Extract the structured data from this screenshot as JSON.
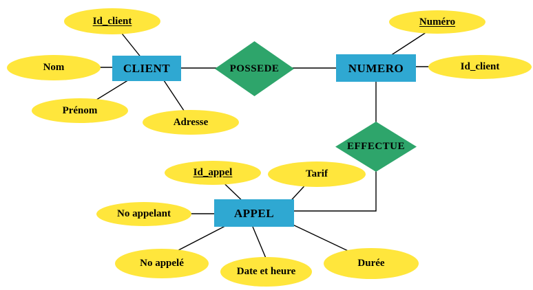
{
  "colors": {
    "background": "#ffffff",
    "entity_fill": "#2fa8d2",
    "relationship_fill": "#2ea56b",
    "attribute_fill": "#ffe63c",
    "line": "#000000",
    "text": "#000000"
  },
  "entities": [
    {
      "label": "CLIENT"
    },
    {
      "label": "NUMERO"
    },
    {
      "label": "APPEL"
    }
  ],
  "relationships": [
    {
      "label": "POSSEDE",
      "between": [
        "CLIENT",
        "NUMERO"
      ]
    },
    {
      "label": "EFFECTUE",
      "between": [
        "NUMERO",
        "APPEL"
      ]
    }
  ],
  "attributes": [
    {
      "label": "Id_client",
      "of": "CLIENT",
      "key": true
    },
    {
      "label": "Nom",
      "of": "CLIENT",
      "key": false
    },
    {
      "label": "Prénom",
      "of": "CLIENT",
      "key": false
    },
    {
      "label": "Adresse",
      "of": "CLIENT",
      "key": false
    },
    {
      "label": "Numéro",
      "of": "NUMERO",
      "key": true
    },
    {
      "label": "Id_client",
      "of": "NUMERO",
      "key": false
    },
    {
      "label": "Id_appel",
      "of": "APPEL",
      "key": true
    },
    {
      "label": "Tarif",
      "of": "APPEL",
      "key": false
    },
    {
      "label": "No appelant",
      "of": "APPEL",
      "key": false
    },
    {
      "label": "No appelé",
      "of": "APPEL",
      "key": false
    },
    {
      "label": "Date et heure",
      "of": "APPEL",
      "key": false
    },
    {
      "label": "Durée",
      "of": "APPEL",
      "key": false
    }
  ]
}
